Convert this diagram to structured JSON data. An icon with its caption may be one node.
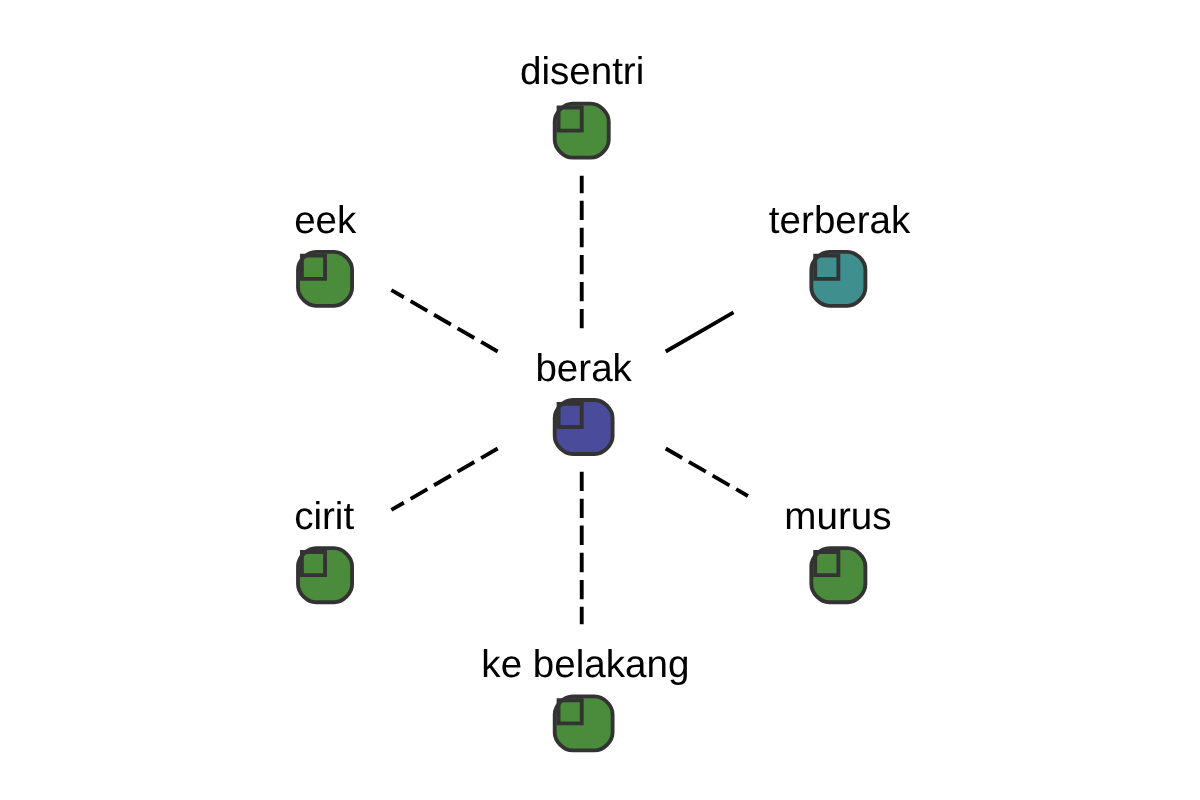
{
  "diagram": {
    "nodes": [
      {
        "text": [
          "berak"
        ]
      },
      {
        "text": [
          "terberak"
        ]
      },
      {
        "text": [
          "disentri"
        ]
      },
      {
        "text": [
          "eek"
        ]
      },
      {
        "text": [
          "cirit"
        ]
      },
      {
        "text": [
          "ke belakang"
        ]
      },
      {
        "text": [
          "murus"
        ]
      }
    ],
    "edges": [
      {
        "from": 0,
        "to": 1,
        "arrow": "none"
      },
      {
        "from": 0,
        "to": 2,
        "arrow": "none",
        "style": "dashed"
      },
      {
        "from": 0,
        "to": 3,
        "arrow": "none",
        "style": "dashed"
      },
      {
        "from": 0,
        "to": 4,
        "arrow": "none",
        "style": "dashed"
      },
      {
        "from": 0,
        "to": 5,
        "arrow": "none",
        "style": "dashed"
      },
      {
        "from": 0,
        "to": 6,
        "arrow": "none",
        "style": "dashed"
      }
    ]
  }
}
